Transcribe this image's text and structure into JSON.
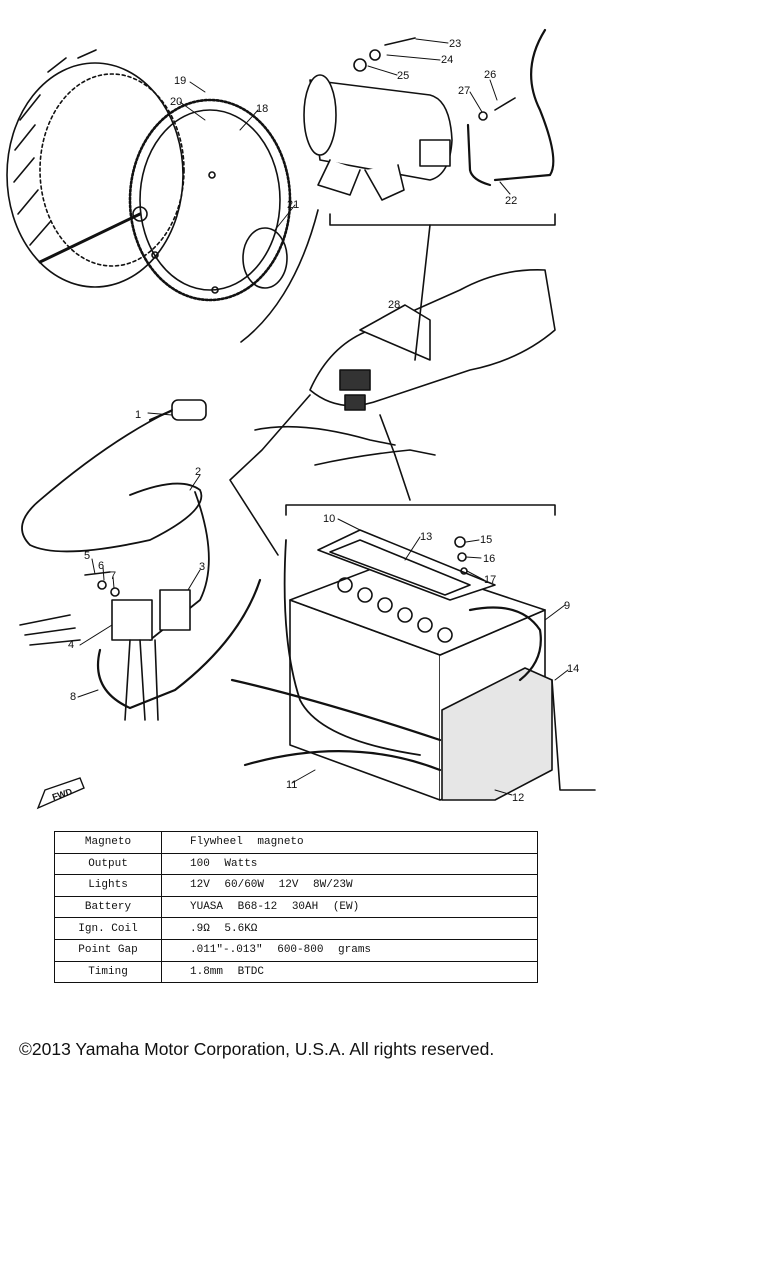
{
  "callouts": [
    "1",
    "2",
    "3",
    "4",
    "5",
    "6",
    "7",
    "8",
    "9",
    "10",
    "11",
    "12",
    "13",
    "14",
    "15",
    "16",
    "17",
    "18",
    "19",
    "20",
    "21",
    "22",
    "23",
    "24",
    "25",
    "26",
    "27",
    "28"
  ],
  "fwd_label": "FWD",
  "specs": [
    {
      "label": "Magneto",
      "value": "Flywheel magneto"
    },
    {
      "label": "Output",
      "value": "100 Watts"
    },
    {
      "label": "Lights",
      "value": "12V 60/60W      12V 8W/23W"
    },
    {
      "label": "Battery",
      "value": "YUASA   B68-12   30AH   (EW)"
    },
    {
      "label": "Ign. Coil",
      "value": ".9Ω      5.6KΩ"
    },
    {
      "label": "Point Gap",
      "value": ".011\"-.013\"     600-800 grams"
    },
    {
      "label": "Timing",
      "value": "1.8mm BTDC"
    }
  ],
  "copyright": "©2013 Yamaha Motor Corporation, U.S.A. All rights reserved."
}
